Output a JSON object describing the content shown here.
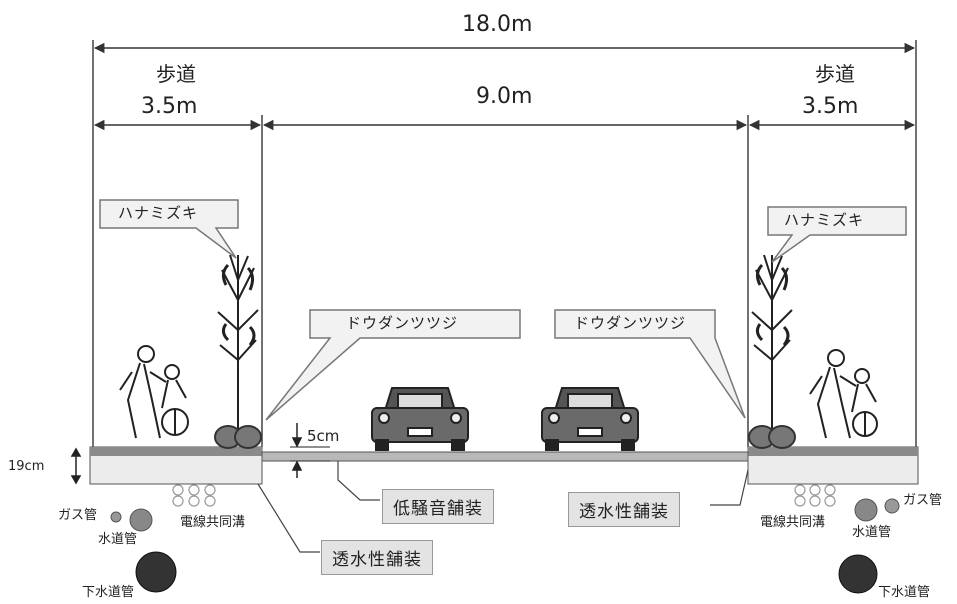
{
  "dimensions": {
    "total": "18.0m",
    "carriageway": "9.0m",
    "sidewalk_left_label": "歩道",
    "sidewalk_left_width": "3.5m",
    "sidewalk_right_label": "歩道",
    "sidewalk_right_width": "3.5m",
    "pavement_thickness": "19cm",
    "curb_height": "5cm"
  },
  "callouts": {
    "tree_left": "ハナミズキ",
    "tree_right": "ハナミズキ",
    "shrub_left": "ドウダンツツジ",
    "shrub_right": "ドウダンツツジ"
  },
  "pavement": {
    "road_surface": "低騒音舗装",
    "sidewalk_right": "透水性舗装",
    "sidewalk_left": "透水性舗装"
  },
  "utilities": {
    "left": {
      "gas": "ガス管",
      "water": "水道管",
      "cable": "電線共同溝",
      "sewer": "下水道管"
    },
    "right": {
      "gas": "ガス管",
      "water": "水道管",
      "cable": "電線共同溝",
      "sewer": "下水道管"
    }
  }
}
